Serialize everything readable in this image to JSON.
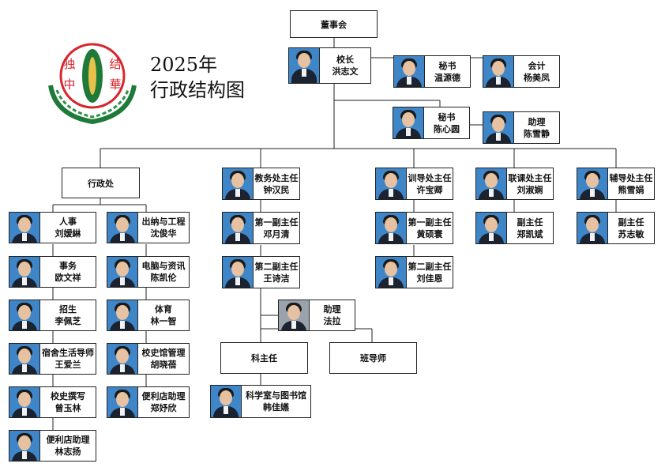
{
  "title_year": "2025年",
  "title_main": "行政结构图",
  "logo": {
    "text_tl": "独",
    "text_tr": "结",
    "text_bl": "中",
    "text_br": "華",
    "color_red": "#d7262e",
    "color_green": "#1f7a3a"
  },
  "board": "董事会",
  "principal": {
    "role": "校长",
    "name": "洪志文"
  },
  "secretary1": {
    "role": "秘书",
    "name": "温源德"
  },
  "accountant": {
    "role": "会计",
    "name": "杨美凤"
  },
  "secretary2": {
    "role": "秘书",
    "name": "陈心圆"
  },
  "assistant_top": {
    "role": "助理",
    "name": "陈雪静"
  },
  "admin_office": "行政处",
  "admin_left": [
    {
      "role": "人事",
      "name": "刘嫒綝"
    },
    {
      "role": "事务",
      "name": "欧文祥"
    },
    {
      "role": "招生",
      "name": "李佩芝"
    },
    {
      "role": "宿舍生活导师",
      "name": "王爱兰"
    },
    {
      "role": "校史撰写",
      "name": "曾玉林"
    },
    {
      "role": "便利店助理",
      "name": "林志扬"
    }
  ],
  "admin_right": [
    {
      "role": "出纳与工程",
      "name": "沈俊华"
    },
    {
      "role": "电脑与资讯",
      "name": "陈凯伦"
    },
    {
      "role": "体育",
      "name": "林一智"
    },
    {
      "role": "校史馆管理",
      "name": "胡晓蓓"
    },
    {
      "role": "便利店助理",
      "name": "郑妤欣"
    }
  ],
  "academic": [
    {
      "role": "教务处主任",
      "name": "钟汉民"
    },
    {
      "role": "第一副主任",
      "name": "邓月清"
    },
    {
      "role": "第二副主任",
      "name": "王诗洁"
    }
  ],
  "academic_assistant": {
    "role": "助理",
    "name": "法拉"
  },
  "subject_head": "科主任",
  "class_teacher": "班导师",
  "lab_library": {
    "role": "科学室与图书馆",
    "name": "韩佳嬿"
  },
  "discipline": [
    {
      "role": "训导处主任",
      "name": "许宝卿"
    },
    {
      "role": "第一副主任",
      "name": "黄硕寰"
    },
    {
      "role": "第二副主任",
      "name": "刘佳恩"
    }
  ],
  "cocurricular": [
    {
      "role": "联课处主任",
      "name": "刘淑娴"
    },
    {
      "role": "副主任",
      "name": "郑凯斌"
    }
  ],
  "counseling": [
    {
      "role": "辅导处主任",
      "name": "熊雪娟"
    },
    {
      "role": "副主任",
      "name": "苏志敏"
    }
  ]
}
